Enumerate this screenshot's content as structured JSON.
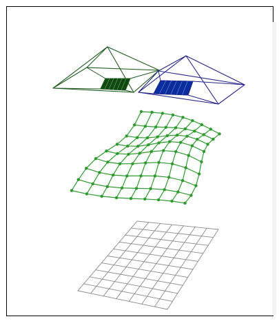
{
  "figure": {
    "colors": {
      "background": "#ffffff",
      "border": "#000000",
      "camera_left": "#1d5a1d",
      "camera_left_fill": "#0f4a0f",
      "camera_right": "#22228a",
      "camera_right_fill": "#0a2ea0",
      "deformed_mesh": "#2e9a2e",
      "deformed_mesh_nodes": "#2e9a2e",
      "flat_grid": "#8a8a8a"
    },
    "icons": [
      "camera-frustum-left",
      "camera-frustum-right",
      "deformed-mesh",
      "reference-grid"
    ],
    "grid": {
      "rows": 10,
      "cols": 7
    },
    "mesh": {
      "rows": 9,
      "cols": 9
    }
  }
}
